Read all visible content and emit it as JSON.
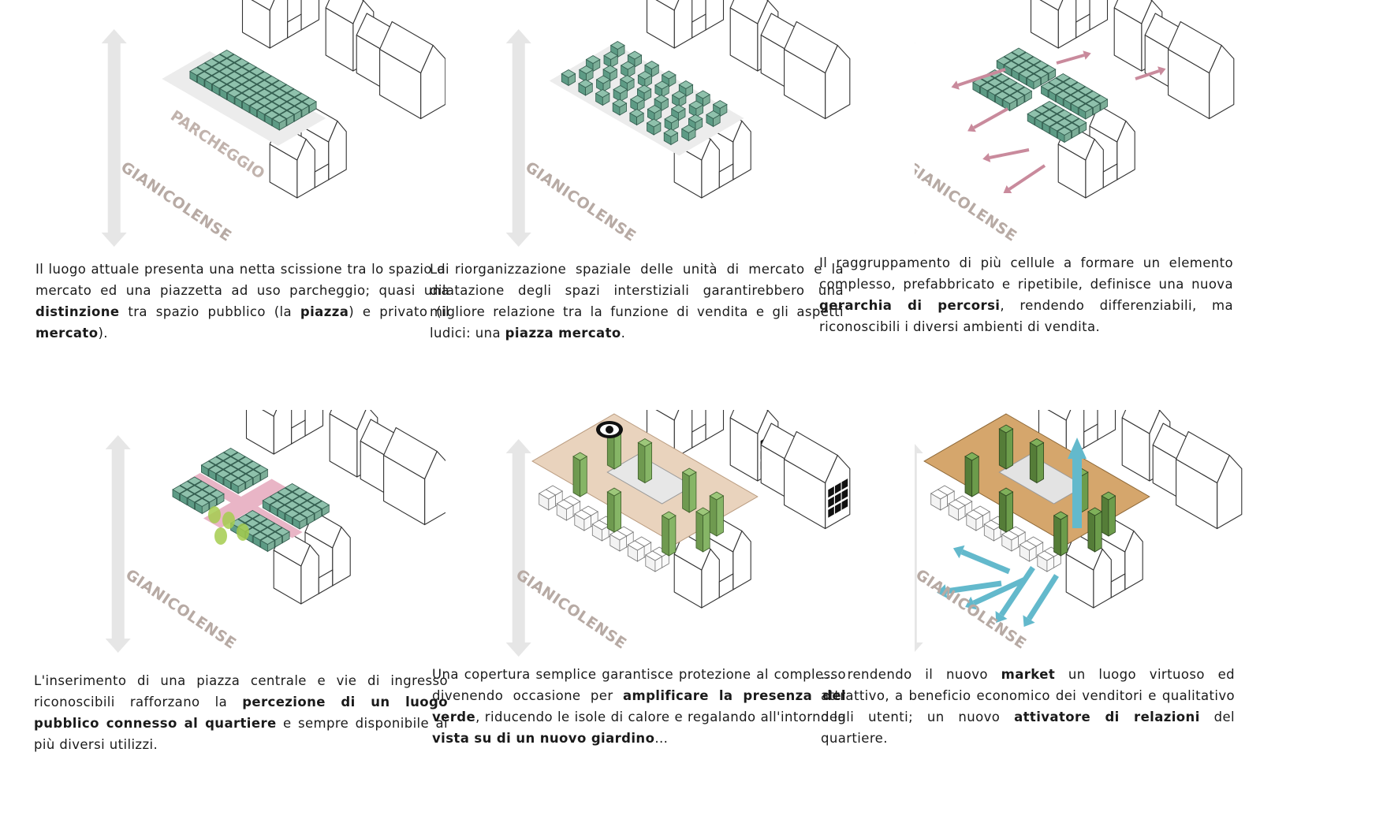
{
  "street_label": "GIANICOLENSE",
  "parking_label": "PARCHEGGIO",
  "colors": {
    "market_unit": "#8fc1ac",
    "market_unit_dark": "#5d9b85",
    "route_arrow": "#c98a9c",
    "canopy": "#e9d3bd",
    "canopy_wood": "#d5a66c",
    "flow_arrow": "#63b9cc",
    "pink_path": "#e9b5c6",
    "tree": "#a4cc4f"
  },
  "panels": [
    {
      "id": "p1",
      "caption": {
        "s1": "Il luogo attuale presenta una netta scissione tra lo spazio di mercato ed una piazzetta ad uso parcheggio; quasi una ",
        "b1": "distinzione",
        "s2": " tra spazio pubblico (la ",
        "b2": "piazza",
        "s3": ") e privato (il ",
        "b3": "mercato",
        "s4": ")."
      }
    },
    {
      "id": "p2",
      "caption": {
        "s1": "La riorganizzazione spaziale delle unità di mercato e la dilatazione degli spazi interstiziali garantirebbero una migliore relazione tra la funzione di vendita e gli aspetti ludici: una ",
        "b1": "piazza mercato",
        "s2": "."
      }
    },
    {
      "id": "p3",
      "caption": {
        "s1": "Il raggruppamento di più cellule a formare un elemento complesso, prefabbricato e ripetibile, definisce una nuova ",
        "b1": "gerarchia di percorsi",
        "s2": ", rendendo differenziabili, ma riconoscibili i diversi ambienti di vendita."
      }
    },
    {
      "id": "p4",
      "caption": {
        "s1": "L'inserimento di una piazza centrale e vie di ingresso riconoscibili rafforzano la ",
        "b1": "percezione di un luogo pubblico connesso al quartiere",
        "s2": " e sempre disponibile ai più diversi utilizzi."
      }
    },
    {
      "id": "p5",
      "caption": {
        "s1": "Una copertura semplice garantisce protezione al complesso divenendo occasione per ",
        "b1": "amplificare la presenza del verde",
        "s2": ", riducendo le isole di calore e regalando all'intorno la ",
        "b2": "vista su di un nuovo giardino",
        "s3": "..."
      }
    },
    {
      "id": "p6",
      "caption": {
        "s1": "... rendendo il nuovo ",
        "b1": "market",
        "s2": " un luogo virtuoso ed attrattivo, a beneficio economico dei venditori e qualitativo degli utenti; un nuovo ",
        "b2": "attivatore di relazioni",
        "s3": " del quartiere."
      }
    }
  ]
}
